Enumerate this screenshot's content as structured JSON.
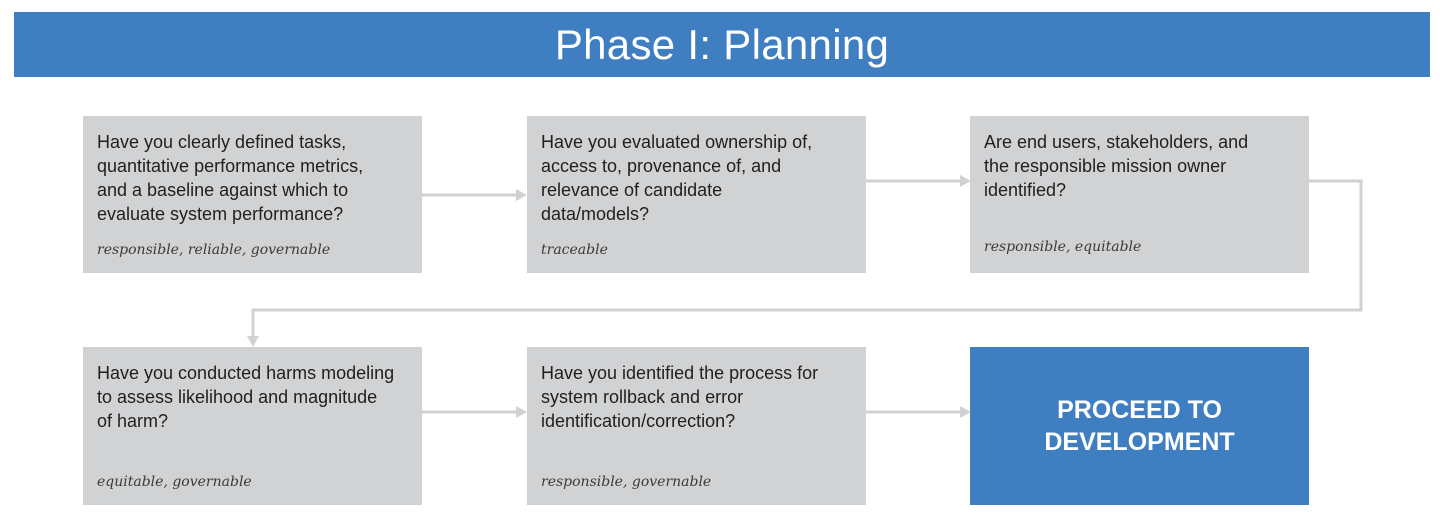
{
  "title": "Phase I: Planning",
  "steps": [
    {
      "question": "Have you clearly defined tasks, quantitative performance metrics, and a baseline against which to evaluate system performance?",
      "tags": "responsible, reliable, governable"
    },
    {
      "question": "Have you evaluated ownership of, access to, provenance of, and relevance of candidate data/models?",
      "tags": "traceable"
    },
    {
      "question": "Are end users, stakeholders, and the responsible mission owner identified?",
      "tags": "responsible, equitable"
    },
    {
      "question": "Have you conducted harms modeling to assess likelihood and magnitude of harm?",
      "tags": "equitable, governable"
    },
    {
      "question": "Have you identified the process for system rollback and error identification/correction?",
      "tags": "responsible, governable"
    }
  ],
  "final_step": {
    "label": "PROCEED TO DEVELOPMENT"
  },
  "colors": {
    "accent": "#3f7fc1",
    "box": "#d1d2d4",
    "connector": "#d0d1d3"
  }
}
